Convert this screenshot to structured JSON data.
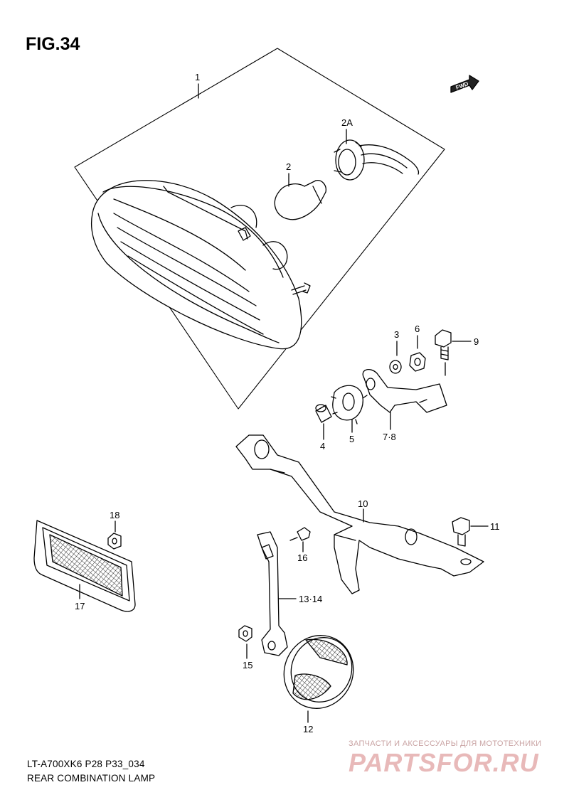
{
  "figure": {
    "title": "FIG.34",
    "fwd_label": "FWD"
  },
  "callouts": [
    "1",
    "2A",
    "2",
    "3",
    "6",
    "9",
    "4",
    "5",
    "7·8",
    "10",
    "11",
    "18",
    "16",
    "13·14",
    "17",
    "15",
    "12"
  ],
  "footer": {
    "model_code": "LT-A700XK6 P28 P33_034",
    "caption": "REAR COMBINATION LAMP"
  },
  "watermark": {
    "tagline": "ЗАПЧАСТИ И АКСЕССУАРЫ ДЛЯ МОТОТЕХНИКИ",
    "brand": "PARTSFOR.RU"
  }
}
